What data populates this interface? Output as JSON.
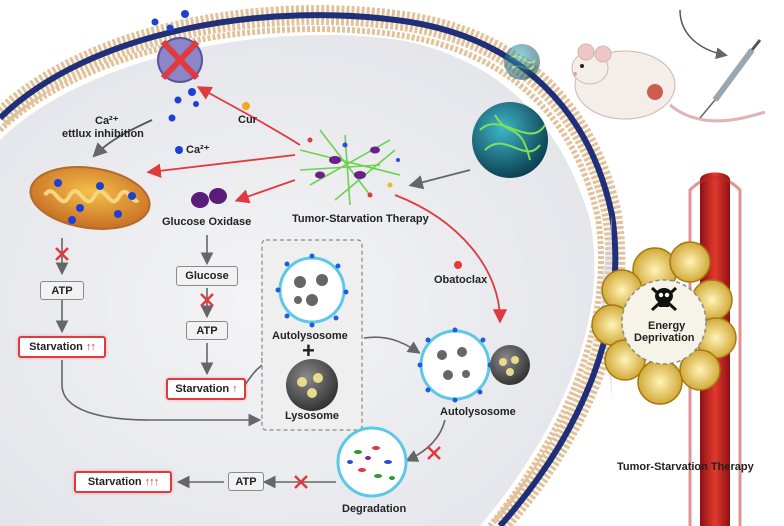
{
  "labels": {
    "ca_efflux_line1": "Ca²⁺",
    "ca_efflux_line2": "ettlux inhibition",
    "cur": "Cur",
    "ca2": "Ca²⁺",
    "glucose_oxidase": "Glucose Oxidase",
    "tumor_starvation_center": "Tumor-Starvation Therapy",
    "obatoclax": "Obatoclax",
    "autolysosome_top": "Autolysosome",
    "plus": "+",
    "lysosome": "Lysosome",
    "autolysosome_right": "Autolysosome",
    "degradation": "Degradation",
    "energy_line1": "Energy",
    "energy_line2": "Deprivation",
    "tumor_starvation_right": "Tumor-Starvation Therapy"
  },
  "boxes": {
    "atp_left": "ATP",
    "glucose": "Glucose",
    "atp_mid": "ATP",
    "atp_bottom": "ATP"
  },
  "starvation": {
    "left_text": "Starvation",
    "left_arrows": "↑↑",
    "mid_text": "Starvation",
    "mid_arrows": "↑",
    "bottom_text": "Starvation",
    "bottom_arrows": "↑↑↑"
  },
  "colors": {
    "accent_red": "#e0393e",
    "membrane_blue": "#1f2f7a",
    "lipid_tan": "#e2c29a",
    "vesicle_cyan": "#5cc8e8"
  }
}
